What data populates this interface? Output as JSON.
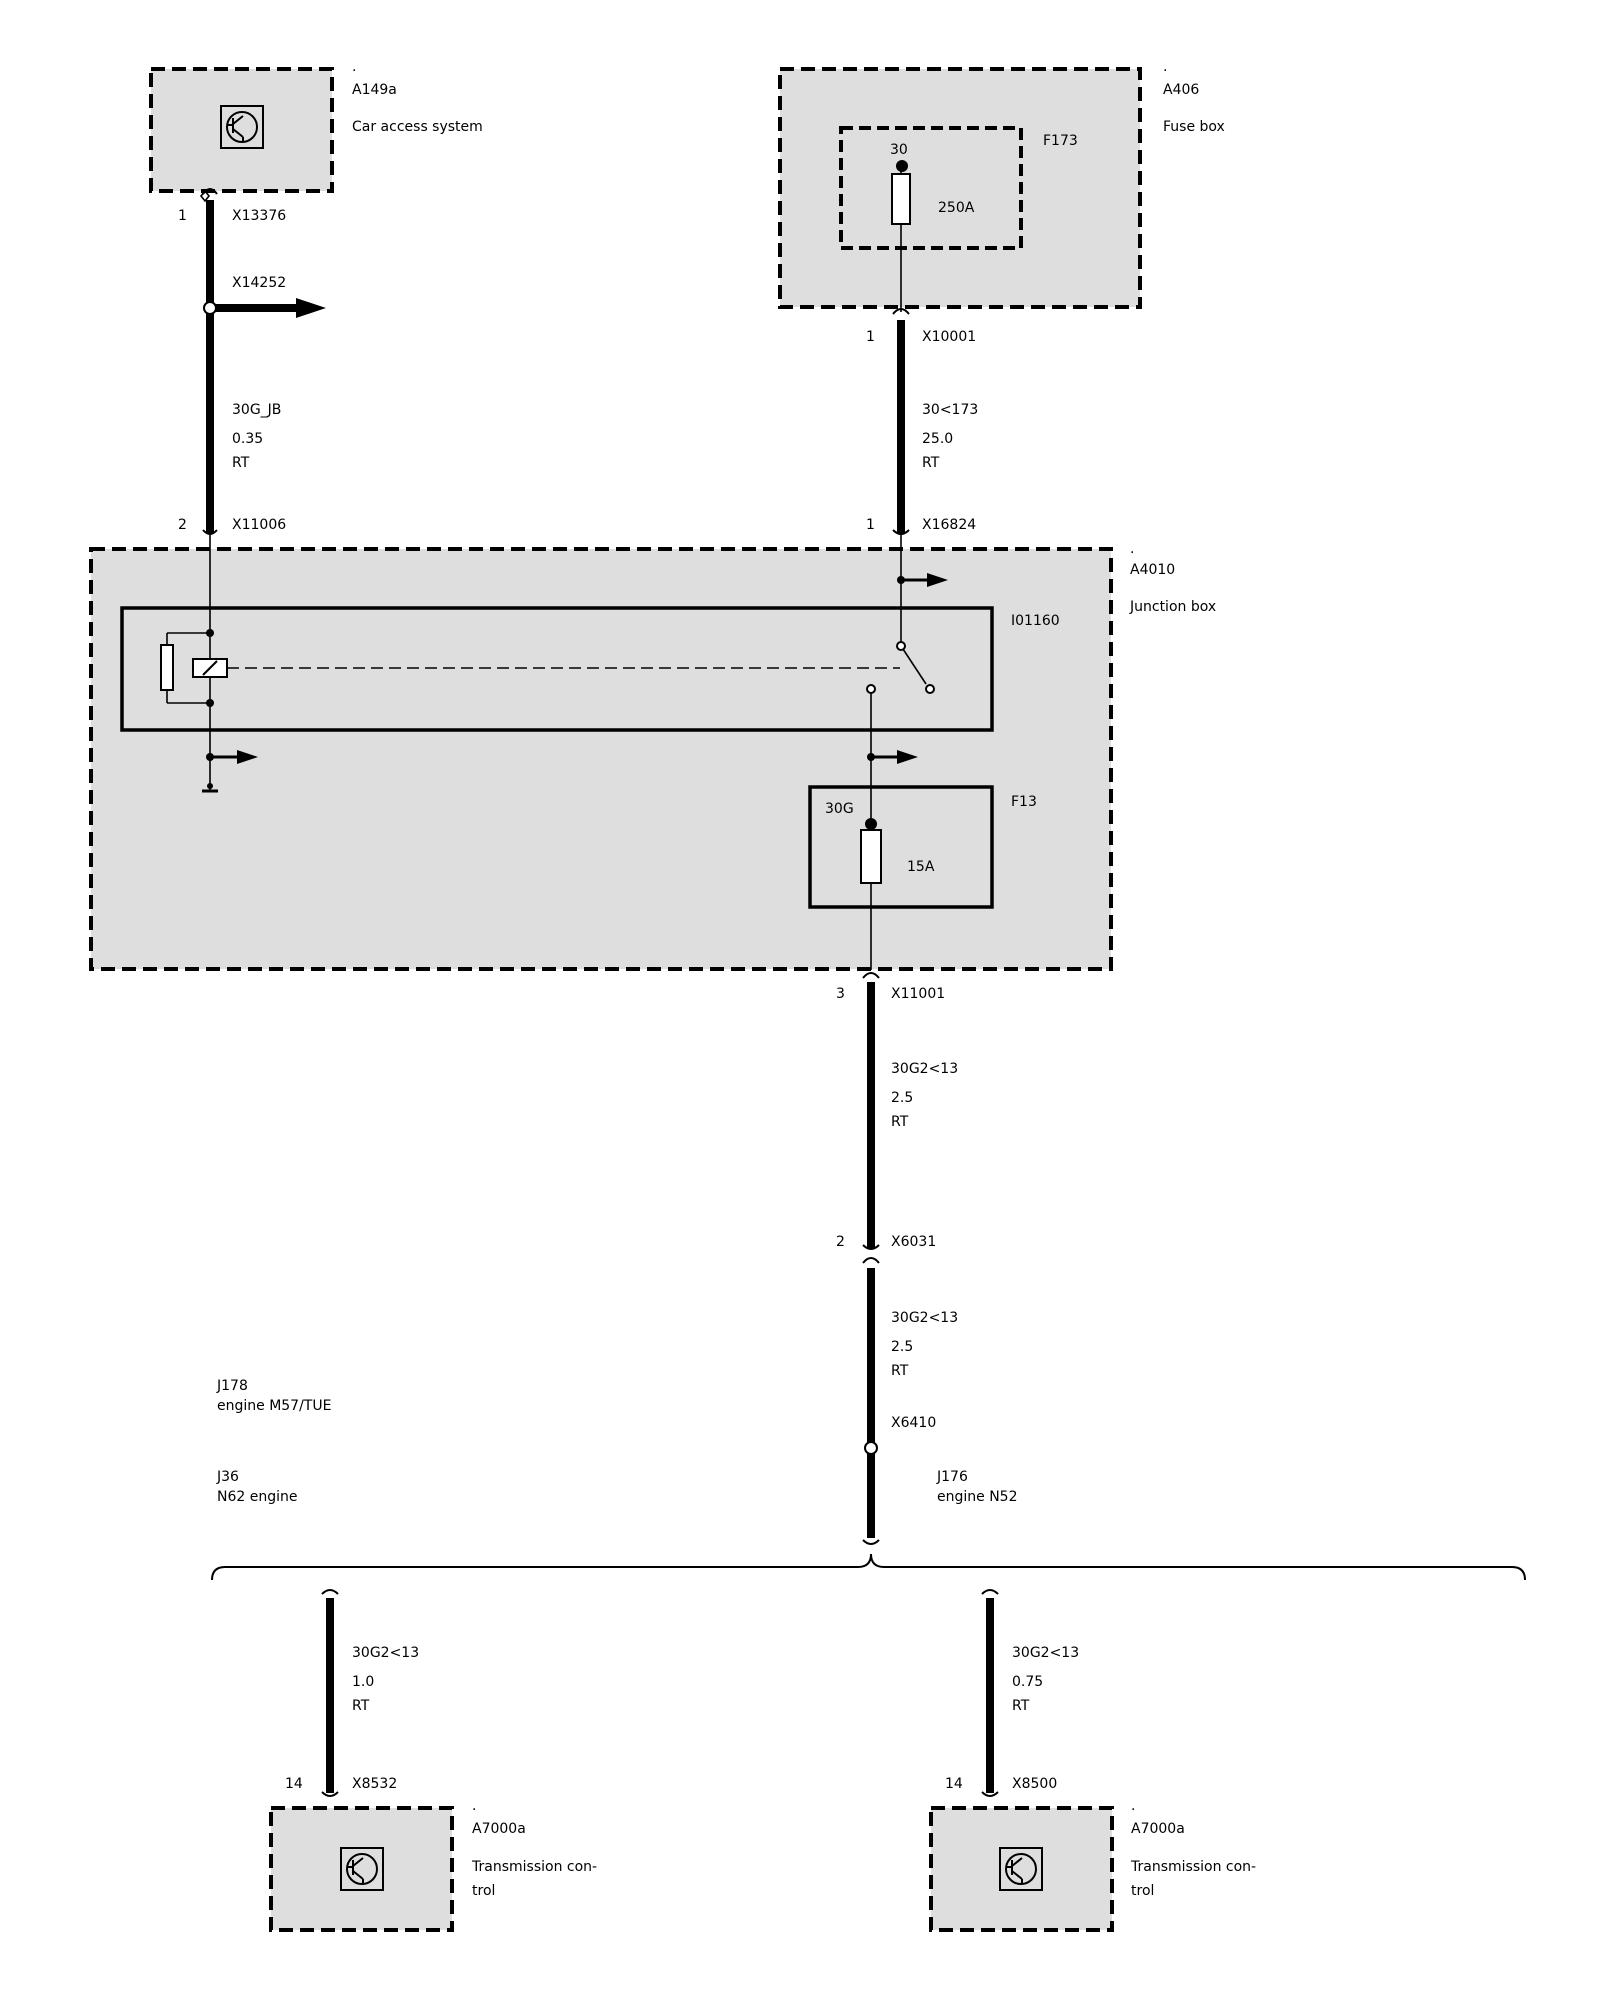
{
  "components": {
    "a149a": {
      "dot": ".",
      "id": "A149a",
      "name": "Car access system"
    },
    "a406": {
      "dot": ".",
      "id": "A406",
      "name": "Fuse box"
    },
    "f173": {
      "id": "F173",
      "terminal": "30",
      "rating": "250A"
    },
    "a4010": {
      "dot": ".",
      "id": "A4010",
      "name": "Junction box"
    },
    "i01160": {
      "id": "I01160"
    },
    "f13": {
      "id": "F13",
      "terminal": "30G",
      "rating": "15A"
    },
    "a7000a_left": {
      "dot": ".",
      "id": "A7000a",
      "name_line1": "Transmission con-",
      "name_line2": "trol"
    },
    "a7000a_right": {
      "dot": ".",
      "id": "A7000a",
      "name_line1": "Transmission con-",
      "name_line2": "trol"
    }
  },
  "connectors": {
    "x13376": {
      "pin": "1",
      "id": "X13376"
    },
    "x14252": {
      "id": "X14252"
    },
    "x11006": {
      "pin": "2",
      "id": "X11006"
    },
    "x10001": {
      "pin": "1",
      "id": "X10001"
    },
    "x16824": {
      "pin": "1",
      "id": "X16824"
    },
    "x11001": {
      "pin": "3",
      "id": "X11001"
    },
    "x6031": {
      "pin": "2",
      "id": "X6031"
    },
    "x6410": {
      "id": "X6410"
    },
    "x8532": {
      "pin": "14",
      "id": "X8532"
    },
    "x8500": {
      "pin": "14",
      "id": "X8500"
    }
  },
  "wires": {
    "w1": {
      "signal": "30G_JB",
      "size": "0.35",
      "color": "RT"
    },
    "w2": {
      "signal": "30<173",
      "size": "25.0",
      "color": "RT"
    },
    "w3": {
      "signal": "30G2<13",
      "size": "2.5",
      "color": "RT"
    },
    "w4": {
      "signal": "30G2<13",
      "size": "2.5",
      "color": "RT"
    },
    "w5": {
      "signal": "30G2<13",
      "size": "1.0",
      "color": "RT"
    },
    "w6": {
      "signal": "30G2<13",
      "size": "0.75",
      "color": "RT"
    }
  },
  "variants": {
    "j178": {
      "id": "J178",
      "label": "engine M57/TUE"
    },
    "j36": {
      "id": "J36",
      "label": "N62 engine"
    },
    "j176": {
      "id": "J176",
      "label": "engine N52"
    }
  }
}
